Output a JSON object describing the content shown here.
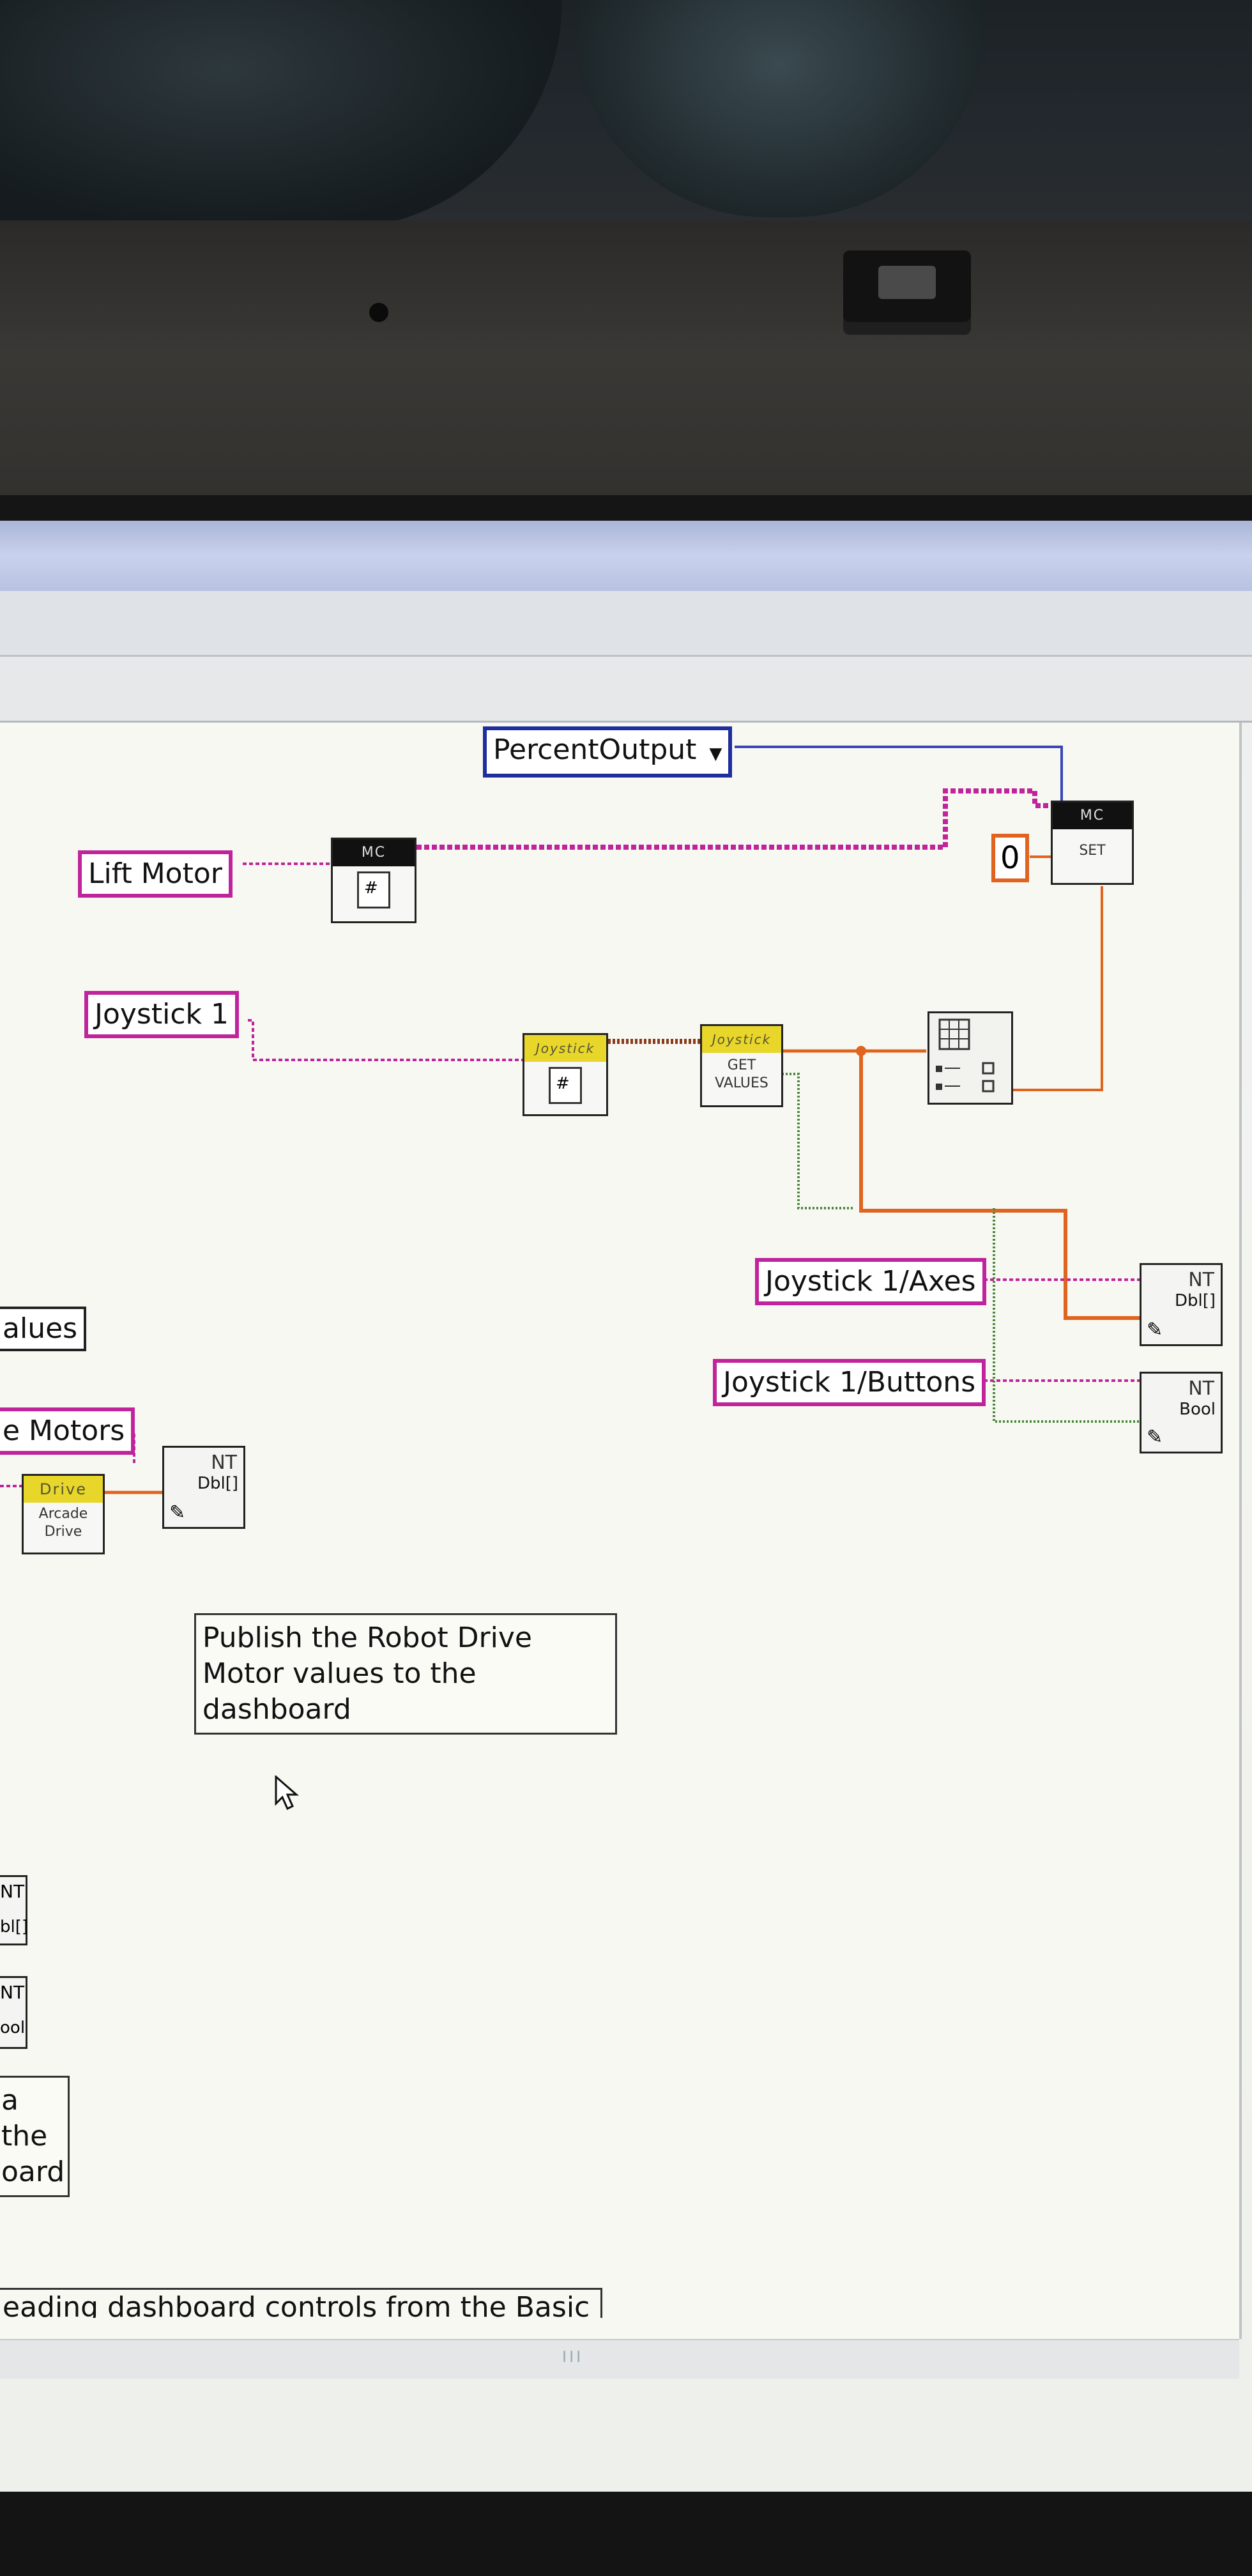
{
  "controls": {
    "percent_output": "PercentOutput",
    "lift_motor": "Lift Motor",
    "joystick1": "Joystick 1",
    "joystick_axes": "Joystick 1/Axes",
    "joystick_buttons": "Joystick 1/Buttons",
    "values_partial": "alues",
    "motors_partial": "e Motors",
    "zero_const": "0"
  },
  "nodes": {
    "mc_ref": {
      "head": "MC",
      "body": "#"
    },
    "mc_set": {
      "head": "MC",
      "body": "SET"
    },
    "joystick_ref": {
      "head": "Joystick",
      "body": "#"
    },
    "joystick_get": {
      "head": "Joystick",
      "line1": "GET",
      "line2": "VALUES"
    },
    "arcade_drive": {
      "head": "Drive",
      "line1": "Arcade",
      "line2": "Drive"
    }
  },
  "nt": {
    "tag": "NT",
    "axes_type": "Dbl[]",
    "buttons_type": "Bool",
    "drive_type": "Dbl[]",
    "left_nt1": "NT",
    "left_type1": "bl[]",
    "left_nt2": "NT",
    "left_type2": "ool"
  },
  "comments": {
    "publish": "Publish the Robot Drive Motor values to the dashboard",
    "left_partial_1": "a the",
    "left_partial_2": "oard",
    "bottom_partial": "eading dashboard controls from the Basic tab"
  },
  "colors": {
    "pink": "#c0249c",
    "blue": "#1f2e9c",
    "orange": "#e06420",
    "green": "#4a8a3a"
  }
}
